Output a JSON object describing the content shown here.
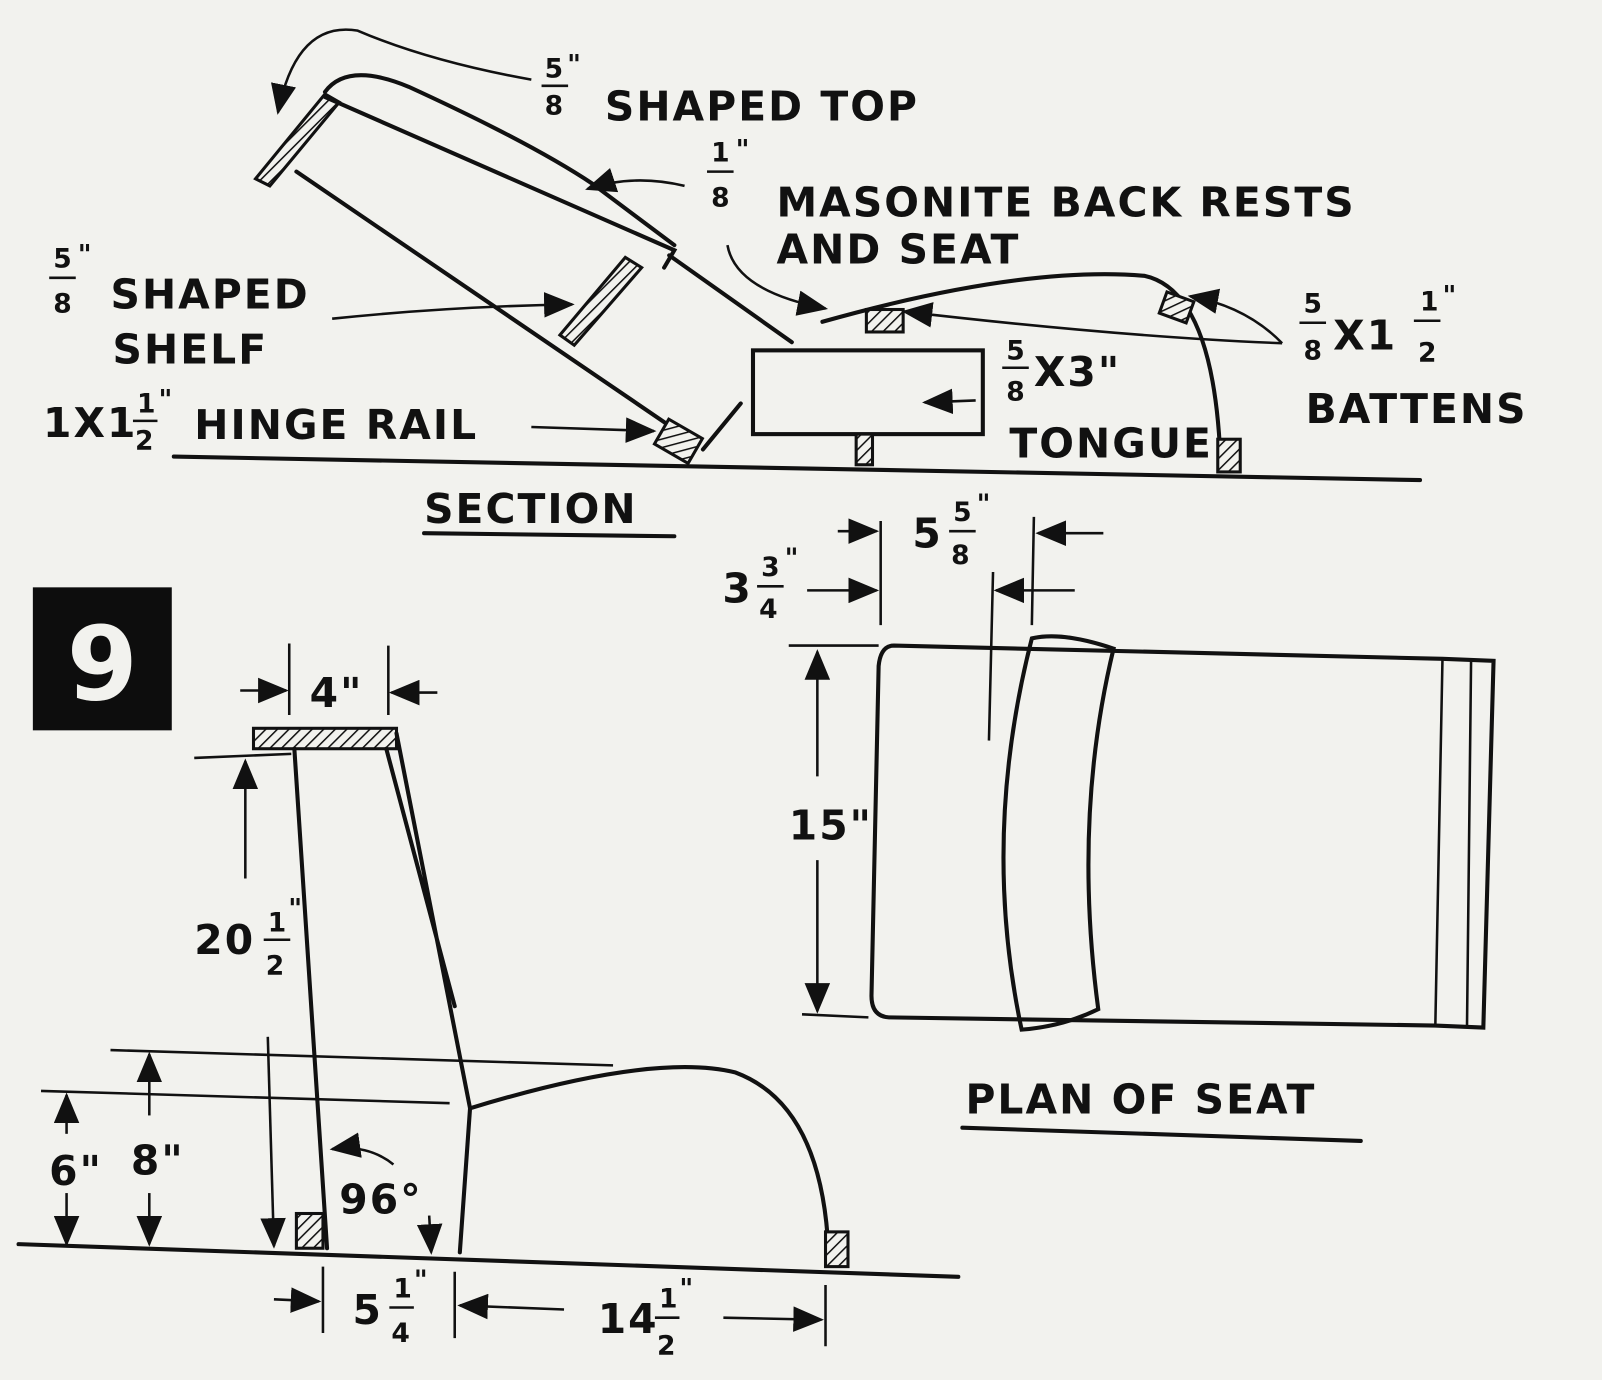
{
  "figure_number": "9",
  "section": {
    "title": "SECTION",
    "shaped_top": {
      "num": "5",
      "den": "8",
      "unit": "\"",
      "text": "SHAPED TOP"
    },
    "masonite": {
      "num": "1",
      "den": "8",
      "unit": "\"",
      "line1": "MASONITE BACK RESTS",
      "line2": "AND SEAT"
    },
    "shaped_shelf": {
      "num": "5",
      "den": "8",
      "unit": "\"",
      "line1": "SHAPED",
      "line2": "SHELF"
    },
    "hinge_rail": {
      "prefix": "1X1",
      "num": "1",
      "den": "2",
      "unit": "\"",
      "text": "HINGE RAIL"
    },
    "tongue": {
      "num": "5",
      "den": "8",
      "suffix": "X3\"",
      "text": "TONGUE"
    },
    "battens": {
      "num": "5",
      "den": "8",
      "mid": "X1",
      "num2": "1",
      "den2": "2",
      "unit": "\"",
      "text": "BATTENS"
    }
  },
  "elevation": {
    "top_width": "4\"",
    "height": {
      "whole": "20",
      "num": "1",
      "den": "2",
      "unit": "\""
    },
    "seat_front": "6\"",
    "seat_rear": "8\"",
    "angle": "96°",
    "base_back": {
      "whole": "5",
      "num": "1",
      "den": "4",
      "unit": "\""
    },
    "base_seat": {
      "whole": "14",
      "num": "1",
      "den": "2",
      "unit": "\""
    }
  },
  "plan": {
    "title": "PLAN OF SEAT",
    "offset": {
      "whole": "3",
      "num": "3",
      "den": "4",
      "unit": "\""
    },
    "band": {
      "whole": "5",
      "num": "5",
      "den": "8",
      "unit": "\""
    },
    "width": "15\""
  }
}
